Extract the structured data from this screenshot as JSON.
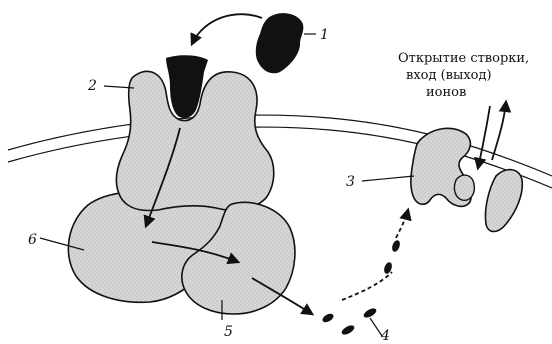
{
  "labels": {
    "l1": "1",
    "l2": "2",
    "l3": "3",
    "l4": "4",
    "l5": "5",
    "l6": "6"
  },
  "caption": {
    "line1": "Открытие створки,",
    "line2": "вход (выход)",
    "line3": "ионов"
  }
}
